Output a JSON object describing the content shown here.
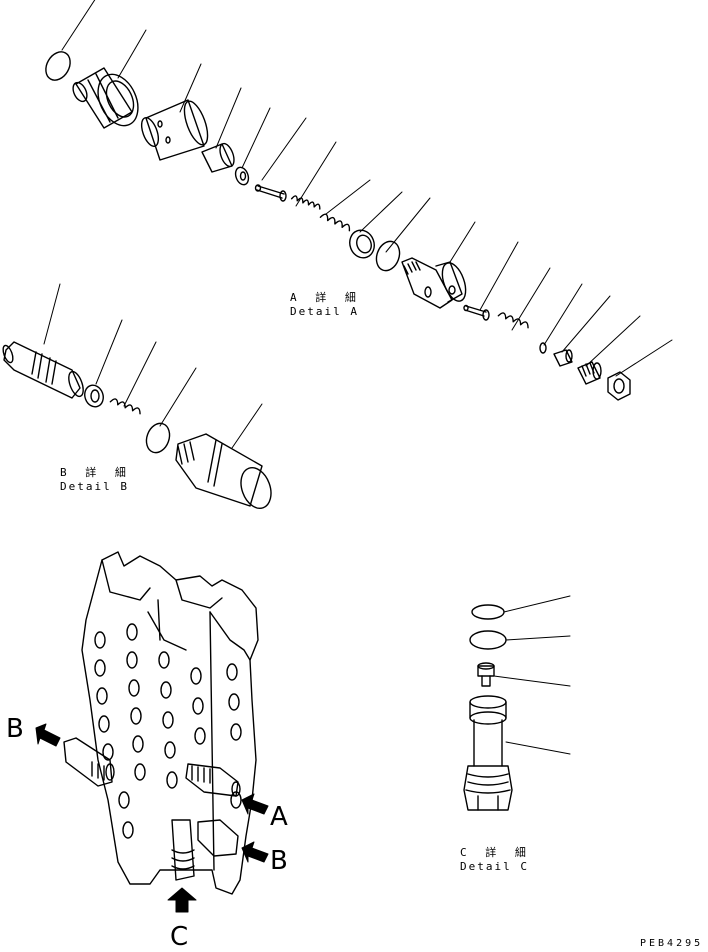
{
  "details": {
    "a": {
      "jp": "A 詳 細",
      "en": "Detail A"
    },
    "b": {
      "jp": "B 詳 細",
      "en": "Detail B"
    },
    "c": {
      "jp": "C 詳 細",
      "en": "Detail C"
    }
  },
  "callouts": {
    "a": "A",
    "b": "B",
    "b_left": "B",
    "c": "C"
  },
  "drawing_code": "PEB4295",
  "colors": {
    "line": "#000000",
    "background": "#ffffff"
  }
}
